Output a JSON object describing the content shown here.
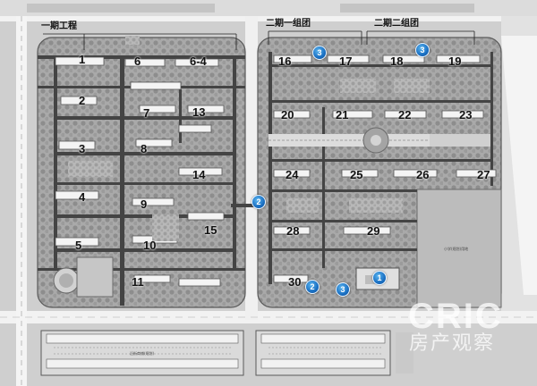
{
  "phase_labels": {
    "phase1": "一期工程",
    "phase2_group1": "二期一组团",
    "phase2_group2": "二期二组团"
  },
  "buildings": [
    "1",
    "6",
    "6-4",
    "2",
    "7",
    "13",
    "3",
    "8",
    "14",
    "4",
    "9",
    "15",
    "5",
    "10",
    "11",
    "16",
    "17",
    "18",
    "19",
    "20",
    "21",
    "22",
    "23",
    "24",
    "25",
    "26",
    "27",
    "28",
    "29",
    "30"
  ],
  "markers": [
    "3",
    "3",
    "2",
    "1",
    "2",
    "3"
  ],
  "plot_label": "小学(规划)用地",
  "shop_label": "沿街商铺(规划)",
  "watermark": {
    "main": "CRIC",
    "sub": "房产观察"
  },
  "colors": {
    "marker_blue": "#1a6fc2",
    "road": "#f2f2f2",
    "green": "#9a9a9a"
  }
}
